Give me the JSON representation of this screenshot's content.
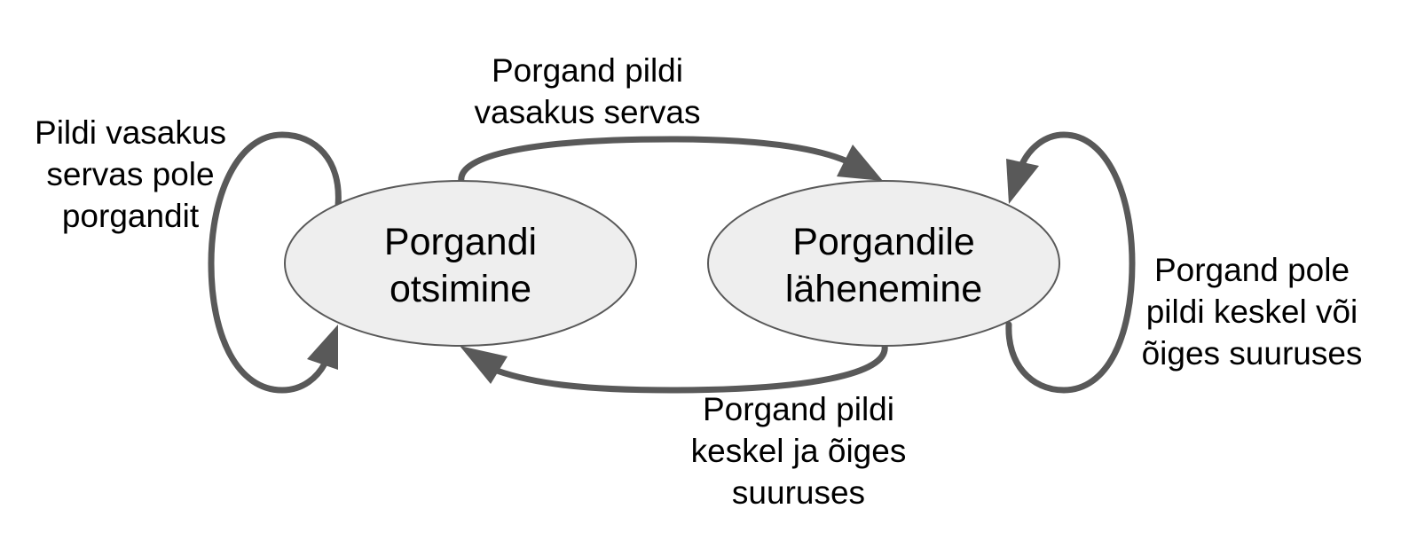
{
  "colors": {
    "state_fill": "#eeeeee",
    "state_stroke": "#595959",
    "edge": "#595959",
    "text": "#000000"
  },
  "states": {
    "searching": {
      "line1": "Porgandi",
      "line2": "otsimine"
    },
    "approaching": {
      "line1": "Porgandile",
      "line2": "lähenemine"
    }
  },
  "transitions": {
    "searching_self": {
      "line1": "Pildi vasakus",
      "line2": "servas pole",
      "line3": "porgandit"
    },
    "searching_to_approaching": {
      "line1": "Porgand pildi",
      "line2": "vasakus servas"
    },
    "approaching_to_searching": {
      "line1": "Porgand pildi",
      "line2": "keskel ja õiges",
      "line3": "suuruses"
    },
    "approaching_self": {
      "line1": "Porgand pole",
      "line2": "pildi keskel või",
      "line3": "õiges suuruses"
    }
  }
}
